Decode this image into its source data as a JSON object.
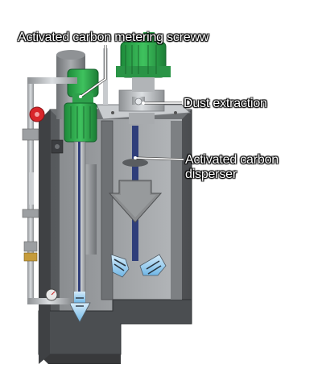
{
  "labels": {
    "metering_screw": "Activated carbon metering screww",
    "dust_extraction": "Dust extraction",
    "disperser_line1": "Activated carbon",
    "disperser_line2": "disperser"
  },
  "colors": {
    "motor_green": "#2fae4e",
    "tank_grey": "#5e6164",
    "tank_dark": "#3c3e40",
    "pipe_grey": "#b9bcbf",
    "valve_red": "#d8262b",
    "flow_blue": "#8fc7ec"
  }
}
